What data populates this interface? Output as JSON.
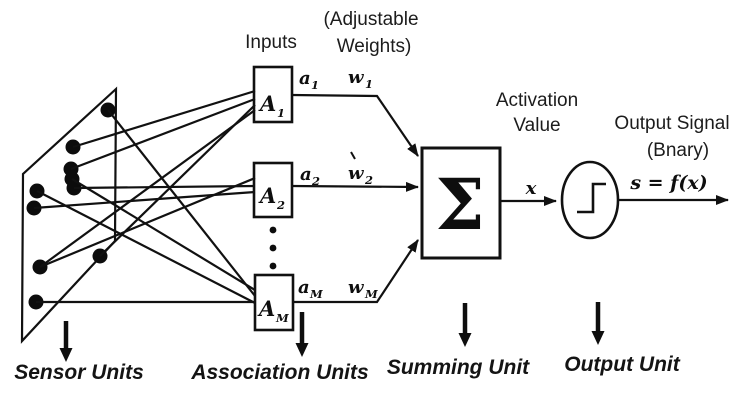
{
  "colors": {
    "ink": "#111111",
    "background": "#ffffff"
  },
  "top_labels": {
    "inputs": "Inputs",
    "adjustable_weights": [
      "(Adjustable",
      "Weights)"
    ],
    "activation_value": [
      "Activation",
      "Value"
    ],
    "output_signal": [
      "Output Signal",
      "(Bnary)"
    ]
  },
  "sensor_field": {
    "dot_count": 10
  },
  "association_units": [
    {
      "label": "A",
      "sub": "1",
      "output": "a",
      "output_sub": "1",
      "weight": "w",
      "weight_sub": "1"
    },
    {
      "label": "A",
      "sub": "2",
      "output": "a",
      "output_sub": "2",
      "weight": "w",
      "weight_sub": "2"
    },
    {
      "label": "A",
      "sub": "M",
      "output": "a",
      "output_sub": "M",
      "weight": "w",
      "weight_sub": "M"
    }
  ],
  "summing_unit": {
    "symbol": "Σ"
  },
  "signals": {
    "activation": "x",
    "output": "s = f(x)"
  },
  "bottom_labels": {
    "sensor_units": "Sensor Units",
    "association_units": "Association Units",
    "summing_unit": "Summing Unit",
    "output_unit": "Output Unit"
  },
  "icons": {
    "down_arrow": "↓",
    "step_function": "step-curve"
  }
}
